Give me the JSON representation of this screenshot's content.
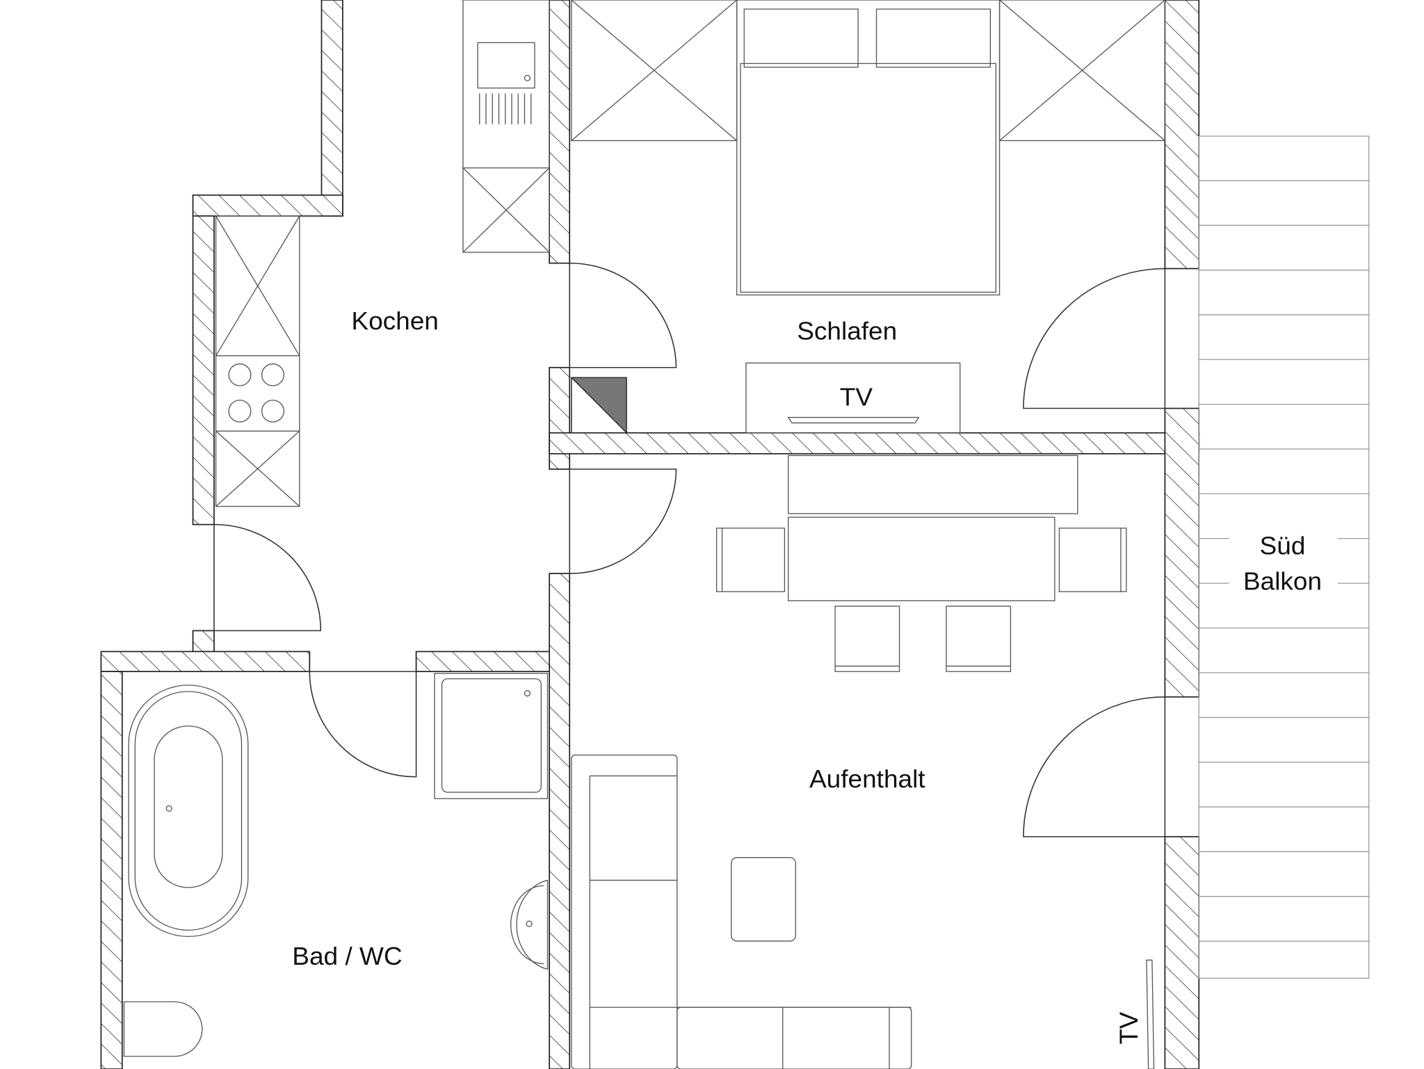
{
  "rooms": {
    "kitchen": "Kochen",
    "bedroom": "Schlafen",
    "bedroom_tv": "TV",
    "balcony_line1": "Süd",
    "balcony_line2": "Balkon",
    "living": "Aufenthalt",
    "bath": "Bad / WC",
    "living_tv": "TV"
  }
}
